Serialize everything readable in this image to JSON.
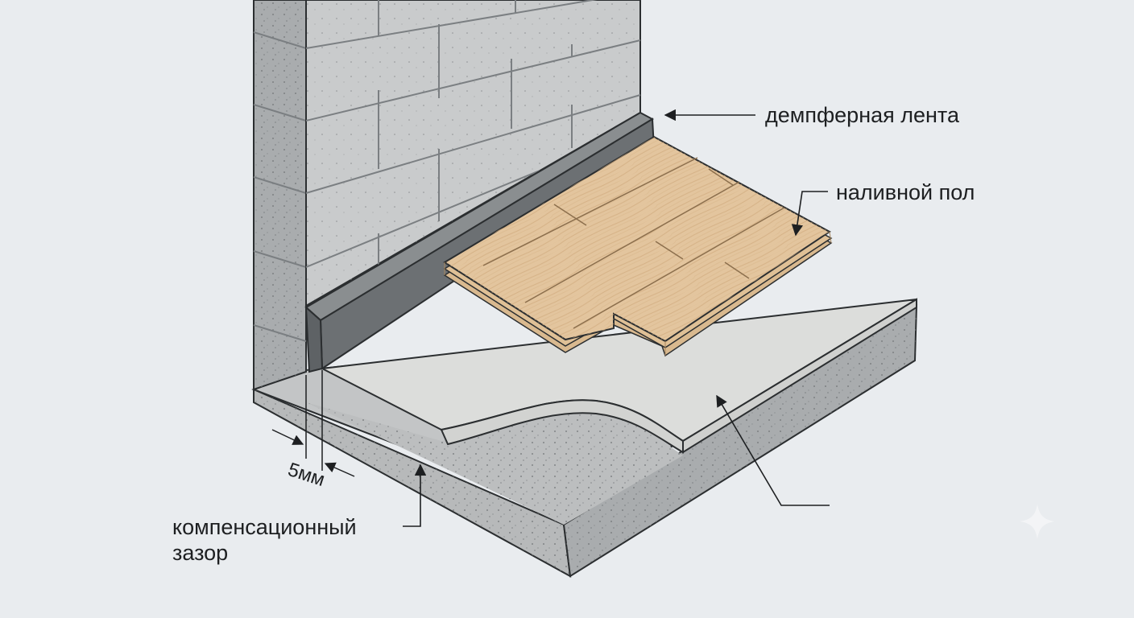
{
  "labels": {
    "damper_tape": "демпферная лента",
    "self_leveling_floor": "наливной пол",
    "gap_dimension": "5мм",
    "compensation_gap_line1": "компенсационный",
    "compensation_gap_line2": "зазор"
  },
  "colors": {
    "background": "#e9ecef",
    "block_face": "#c9cbcc",
    "block_side": "#a9acae",
    "mortar": "#7b7f82",
    "damper_tape": "#6c7073",
    "screed_top": "#dcdddb",
    "concrete": "#b4b6b7",
    "wood": "#e3c59e",
    "outline": "#2b2e30"
  },
  "icons": {
    "watermark": "sparkle-icon"
  }
}
